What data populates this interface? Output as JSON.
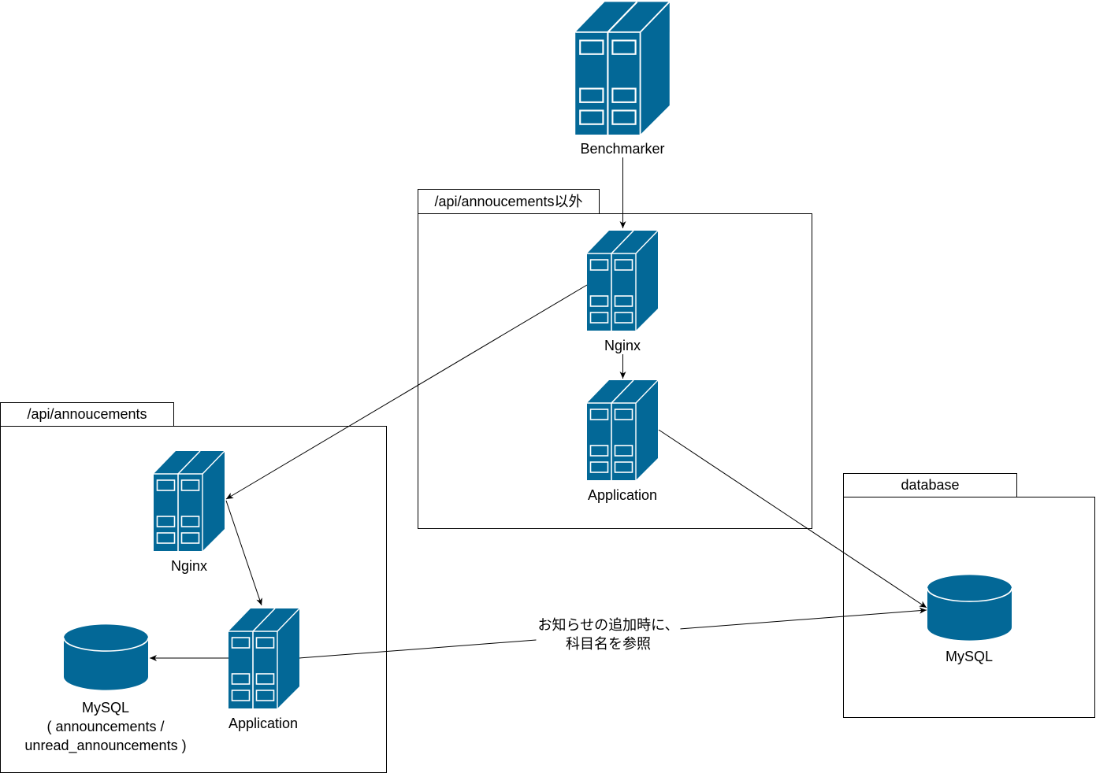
{
  "diagram": {
    "colors": {
      "node_fill": "#036897",
      "node_stroke": "#ffffff",
      "line": "#000000",
      "container_border": "#000000",
      "background": "#ffffff"
    },
    "containers": [
      {
        "id": "non-announcements",
        "title": "/api/annoucements以外"
      },
      {
        "id": "announcements",
        "title": "/api/annoucements"
      },
      {
        "id": "database",
        "title": "database"
      }
    ],
    "nodes": {
      "benchmarker": {
        "icon": "server-icon",
        "label": "Benchmarker"
      },
      "main_nginx": {
        "icon": "server-icon",
        "label": "Nginx",
        "container": "non-announcements"
      },
      "main_application": {
        "icon": "server-icon",
        "label": "Application",
        "container": "non-announcements"
      },
      "ann_nginx": {
        "icon": "server-icon",
        "label": "Nginx",
        "container": "announcements"
      },
      "ann_application": {
        "icon": "server-icon",
        "label": "Application",
        "container": "announcements"
      },
      "ann_mysql": {
        "icon": "database-icon",
        "label_lines": [
          "MySQL",
          "( announcements /",
          "unread_announcements )"
        ],
        "container": "announcements"
      },
      "db_mysql": {
        "icon": "database-icon",
        "label": "MySQL",
        "container": "database"
      }
    },
    "edges": [
      {
        "from": "benchmarker",
        "to": "main_nginx",
        "label": ""
      },
      {
        "from": "main_nginx",
        "to": "main_application",
        "label": ""
      },
      {
        "from": "main_nginx",
        "to": "ann_nginx",
        "label": ""
      },
      {
        "from": "ann_nginx",
        "to": "ann_application",
        "label": ""
      },
      {
        "from": "ann_application",
        "to": "ann_mysql",
        "label": ""
      },
      {
        "from": "main_application",
        "to": "db_mysql",
        "label": ""
      },
      {
        "from": "ann_application",
        "to": "db_mysql",
        "label_lines": [
          "お知らせの追加時に、",
          "科目名を参照"
        ]
      }
    ]
  }
}
